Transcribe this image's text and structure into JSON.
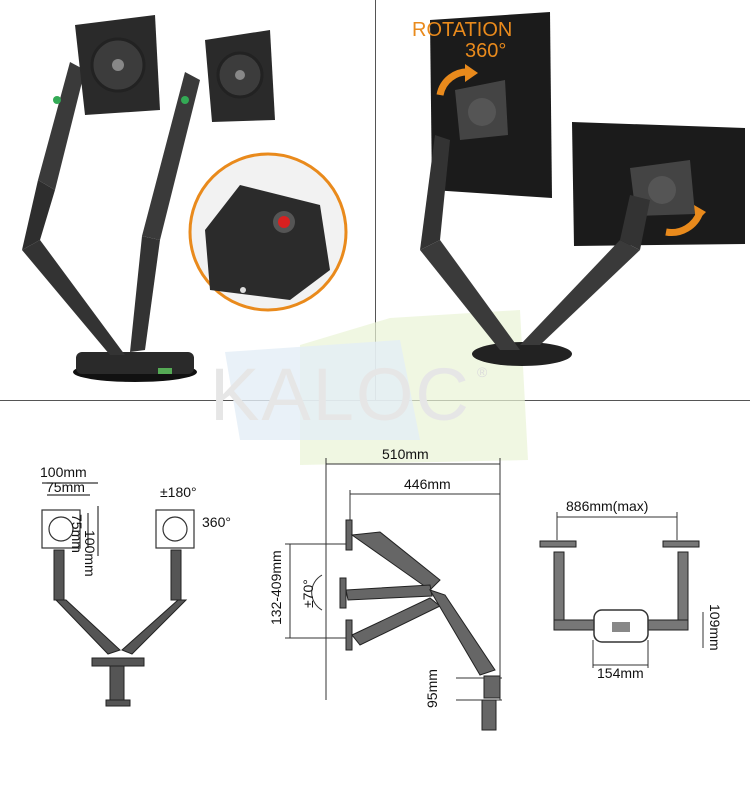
{
  "watermark": {
    "brand": "KALOC",
    "reg_mark": "®"
  },
  "photo_right": {
    "rotation_label": "ROTATION",
    "rotation_value": "360°"
  },
  "dims_left": {
    "w100": "100mm",
    "w75": "75mm",
    "h100": "100mm",
    "h75": "75mm",
    "tilt": "±180°",
    "rotate": "360°"
  },
  "dims_center": {
    "reach_max": "510mm",
    "reach_mid": "446mm",
    "height_range": "132-409mm",
    "tilt": "±70°",
    "clamp": "95mm"
  },
  "dims_right": {
    "span": "886mm(max)",
    "base_w": "154mm",
    "base_h": "109mm"
  },
  "colors": {
    "accent_orange": "#e98a1c",
    "arm_dark": "#2b2b2b",
    "line": "#333333"
  }
}
